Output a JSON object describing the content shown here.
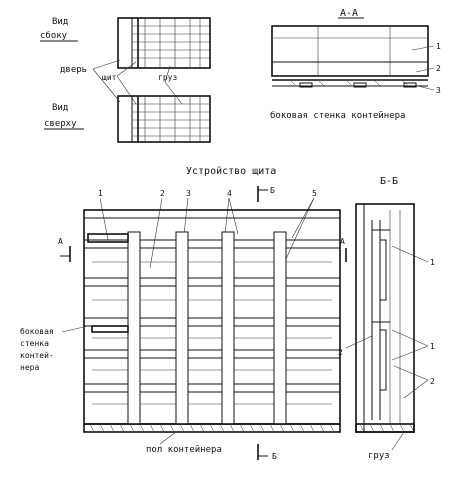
{
  "views": {
    "side_view_label_1": "Вид",
    "side_view_label_2": "сбоку",
    "top_view_label_1": "Вид",
    "top_view_label_2": "сверху",
    "door_label": "дверь",
    "shield_label": "щит",
    "cargo_label": "груз"
  },
  "section_aa": {
    "title": "А-А",
    "wall_label": "боковая стенка контейнера",
    "callouts": [
      "1",
      "2",
      "3"
    ]
  },
  "device": {
    "title": "Устройство щита",
    "section_marker": "Б",
    "section_marker_bottom": "Б",
    "a_marker": "А",
    "a_marker_right": "А",
    "callouts": [
      "1",
      "2",
      "3",
      "4",
      "5"
    ],
    "side_wall_label": [
      "боковая",
      "стенка",
      "контей-",
      "нера"
    ],
    "floor_label": "пол контейнера"
  },
  "section_bb": {
    "title": "Б-Б",
    "callouts": [
      "1",
      "2",
      "1",
      "2"
    ],
    "cargo_label": "груз"
  }
}
